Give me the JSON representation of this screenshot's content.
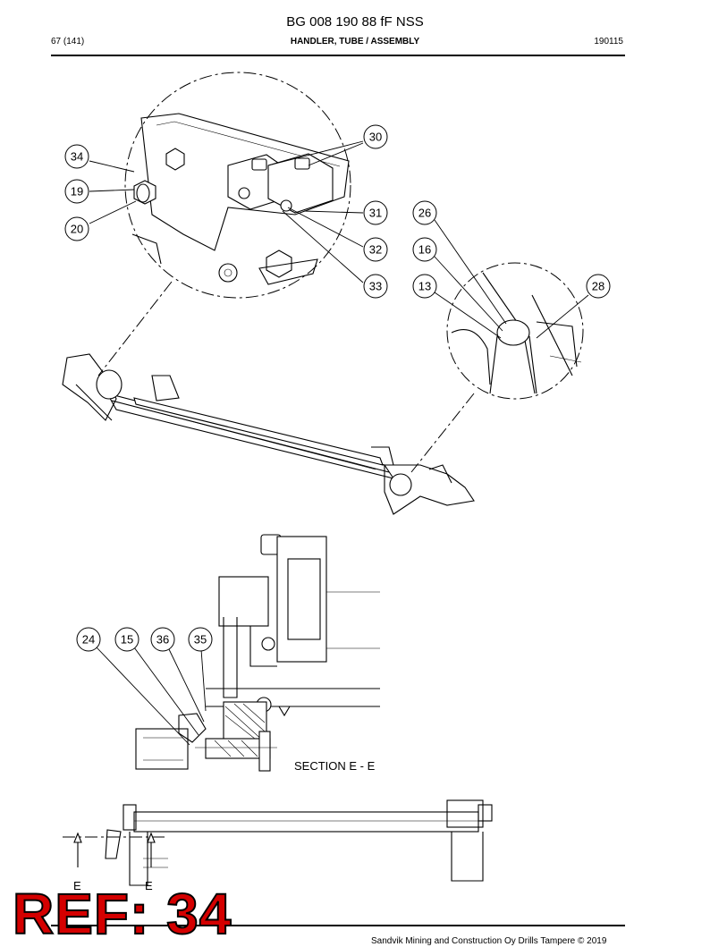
{
  "header": {
    "doc_title": "BG 008 190 88 fF NSS",
    "page": "67 (141)",
    "part_title": "HANDLER, TUBE / ASSEMBLY",
    "date": "190115"
  },
  "callouts": {
    "c34": "34",
    "c19": "19",
    "c20": "20",
    "c30": "30",
    "c31": "31",
    "c32": "32",
    "c33": "33",
    "c26": "26",
    "c16": "16",
    "c13": "13",
    "c28": "28",
    "c24": "24",
    "c15": "15",
    "c36": "36",
    "c35": "35"
  },
  "section": {
    "label": "SECTION E - E",
    "marker_left": "E",
    "marker_right": "E"
  },
  "stamp": {
    "text": "REF: 34",
    "color": "#d40000"
  },
  "footer": {
    "text": "Sandvik Mining and Construction Oy Drills Tampere © 2019"
  }
}
